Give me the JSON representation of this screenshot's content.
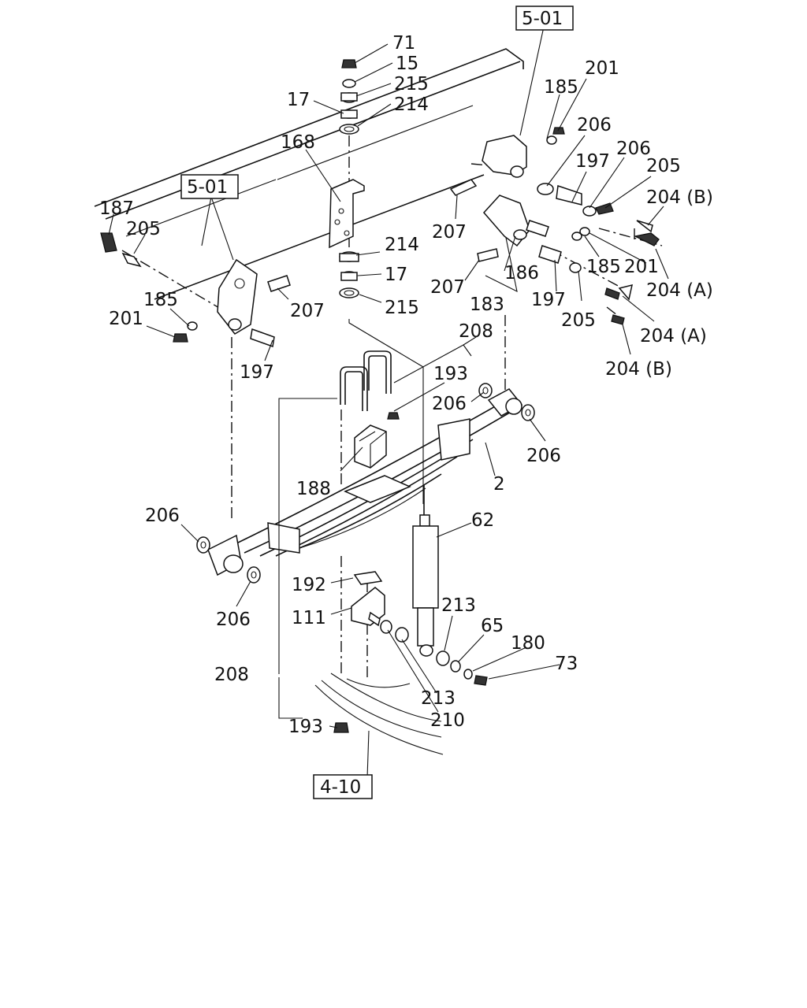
{
  "refs": {
    "r501_top": "5-01",
    "r501_left": "5-01",
    "r410": "4-10"
  },
  "labels": {
    "p71": "71",
    "p15": "15",
    "p215a": "215",
    "p17a": "17",
    "p214a": "214",
    "p168": "168",
    "p185a": "185",
    "p201a": "201",
    "p206a": "206",
    "p197a": "197",
    "p206b": "206",
    "p205a": "205",
    "p204b1": "204 (B)",
    "p207a": "207",
    "p214b": "214",
    "p17b": "17",
    "p215b": "215",
    "p207b": "207",
    "p186": "186",
    "p185b": "185",
    "p201b": "201",
    "p204a1": "204 (A)",
    "p207c": "207",
    "p183": "183",
    "p197b": "197",
    "p205b": "205",
    "p204a2": "204 (A)",
    "p204b2": "204 (B)",
    "p187": "187",
    "p205c": "205",
    "p185c": "185",
    "p201c": "201",
    "p197c": "197",
    "p208a": "208",
    "p193a": "193",
    "p206c": "206",
    "p206d": "206",
    "p188": "188",
    "p2": "2",
    "p62": "62",
    "p206e": "206",
    "p206f": "206",
    "p192": "192",
    "p111": "111",
    "p213a": "213",
    "p65": "65",
    "p180": "180",
    "p73": "73",
    "p208b": "208",
    "p213b": "213",
    "p210": "210",
    "p193b": "193"
  }
}
